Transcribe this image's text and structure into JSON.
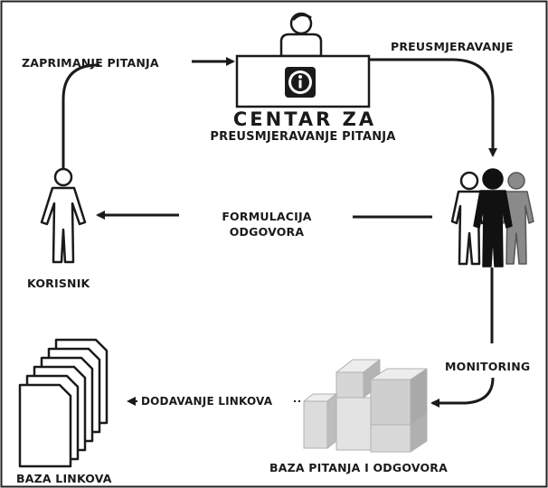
{
  "labels": {
    "intake": "ZAPRIMANJE PITANJA",
    "redirect": "PREUSMJERAVANJE",
    "center_title": "CENTAR ZA",
    "center_subtitle": "PREUSMJERAVANJE PITANJA",
    "answer_line1": "FORMULACIJA",
    "answer_line2": "ODGOVORA",
    "user": "KORISNIK",
    "monitoring": "MONITORING",
    "add_links": "DODAVANJE LINKOVA",
    "qa_base": "BAZA PITANJA I ODGOVORA",
    "link_base": "BAZA LINKOVA"
  },
  "icons": {
    "info": "information-icon",
    "operator": "operator-icon",
    "user": "user-figure-icon",
    "experts": "expert-group-icon",
    "documents": "document-stack-icon",
    "blocks": "database-blocks-icon"
  },
  "colors": {
    "line": "#1a1a1a",
    "border": "#222222",
    "gray_figure": "#8a8a8a",
    "block_light": "#dcdcdc",
    "block_mid": "#b4b4b4"
  }
}
